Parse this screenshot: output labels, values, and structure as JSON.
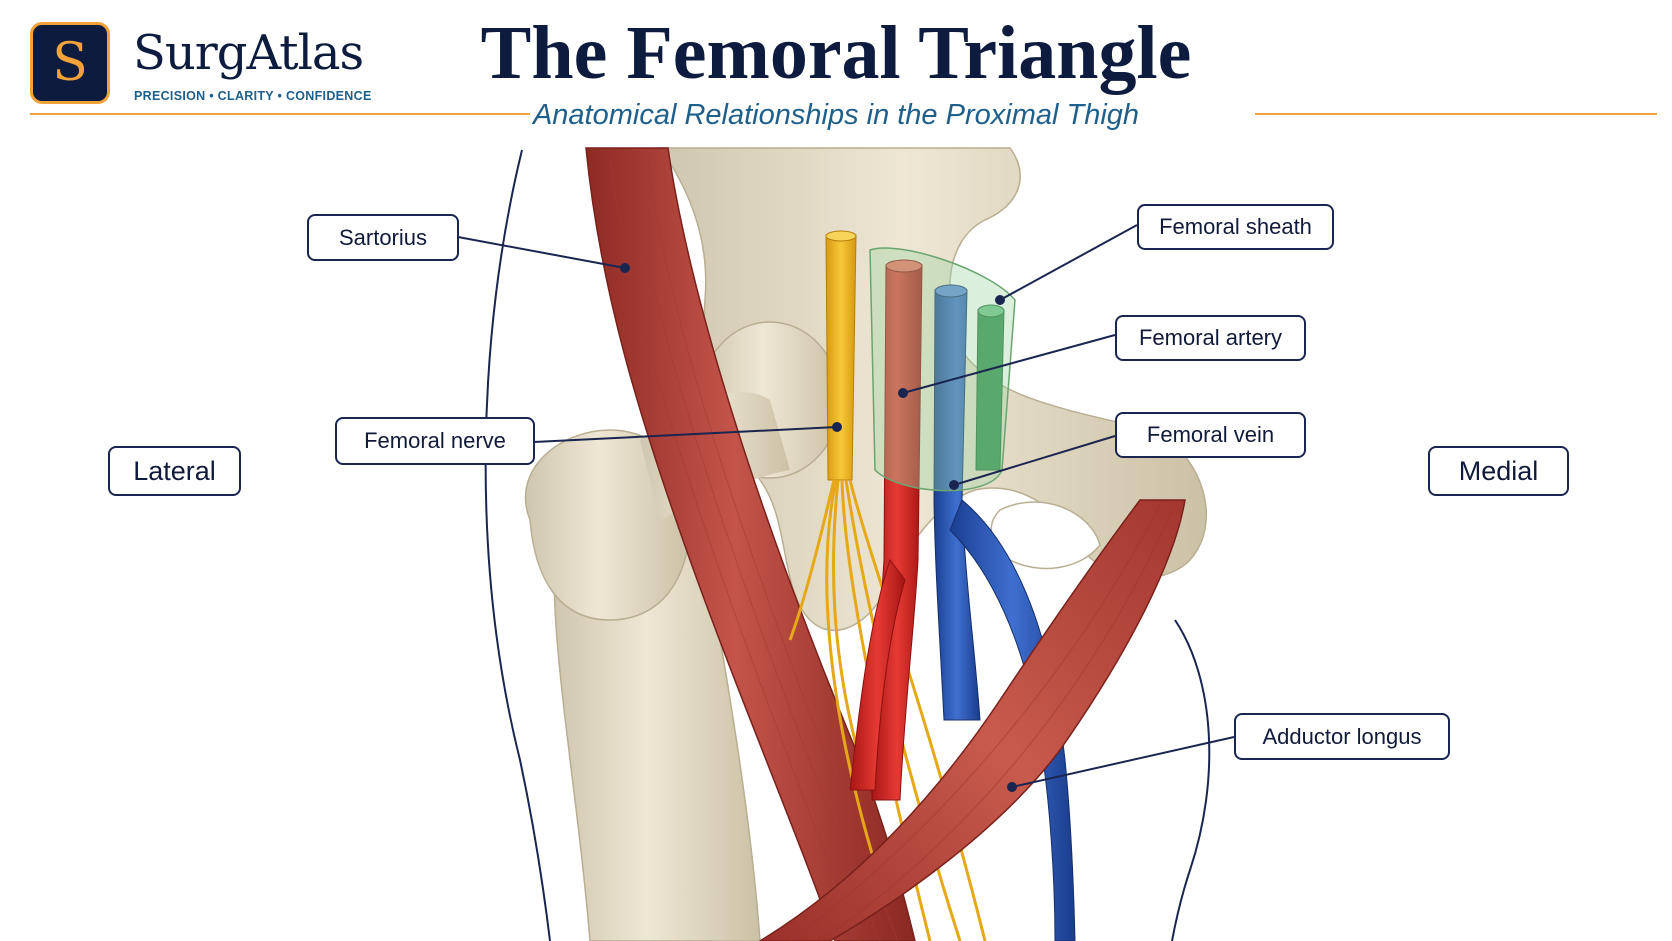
{
  "brand": {
    "letter": "S",
    "name": "SurgAtlas",
    "tagline": "PRECISION • CLARITY • CONFIDENCE"
  },
  "header": {
    "title": "The Femoral Triangle",
    "subtitle": "Anatomical Relationships in the Proximal Thigh"
  },
  "labels": {
    "sartorius": "Sartorius",
    "femoral_nerve": "Femoral nerve",
    "femoral_sheath": "Femoral sheath",
    "femoral_artery": "Femoral artery",
    "femoral_vein": "Femoral vein",
    "adductor_longus": "Adductor longus",
    "lateral": "Lateral",
    "medial": "Medial"
  },
  "colors": {
    "navy": "#0d1b3e",
    "accent_orange": "#f2a23a",
    "subtitle_blue": "#1f5f8b",
    "bone": "#e8e0cc",
    "muscle": "#b8433a",
    "nerve": "#f0b41e",
    "artery": "#d42424",
    "vein": "#2a56b8",
    "lymph": "#2f8f4e",
    "sheath": "#9fd6a4"
  }
}
